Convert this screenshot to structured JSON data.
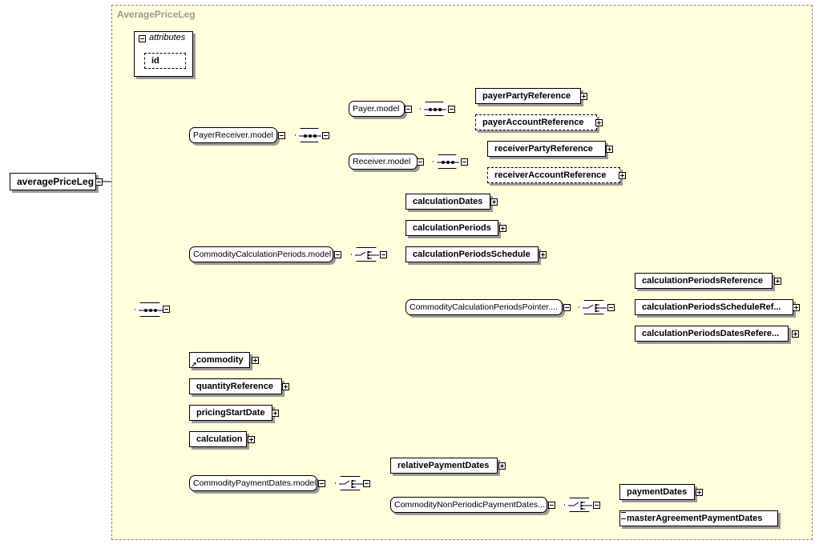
{
  "frame_title": "AveragePriceLeg",
  "attributes": {
    "title": "attributes",
    "items": [
      "id"
    ]
  },
  "root": "averagePriceLeg",
  "nodes": {
    "payer_receiver_model": "PayerReceiver.model",
    "payer_model": "Payer.model",
    "receiver_model": "Receiver.model",
    "payer_party_reference": "payerPartyReference",
    "payer_account_reference": "payerAccountReference",
    "receiver_party_reference": "receiverPartyReference",
    "receiver_account_reference": "receiverAccountReference",
    "commodity_calculation_periods_model": "CommodityCalculationPeriods.model",
    "calculation_dates": "calculationDates",
    "calculation_periods": "calculationPeriods",
    "calculation_periods_schedule": "calculationPeriodsSchedule",
    "commodity_calculation_periods_pointer": "CommodityCalculationPeriodsPointer....",
    "calculation_periods_reference": "calculationPeriodsReference",
    "calculation_periods_schedule_ref": "calculationPeriodsScheduleRef...",
    "calculation_periods_dates_ref": "calculationPeriodsDatesRefere...",
    "commodity": "commodity",
    "quantity_reference": "quantityReference",
    "pricing_start_date": "pricingStartDate",
    "calculation": "calculation",
    "commodity_payment_dates_model": "CommodityPaymentDates.model",
    "relative_payment_dates": "relativePaymentDates",
    "commodity_non_periodic_payment_dates": "CommodityNonPeriodicPaymentDates...",
    "payment_dates": "paymentDates",
    "master_agreement_payment_dates": "masterAgreementPaymentDates"
  }
}
